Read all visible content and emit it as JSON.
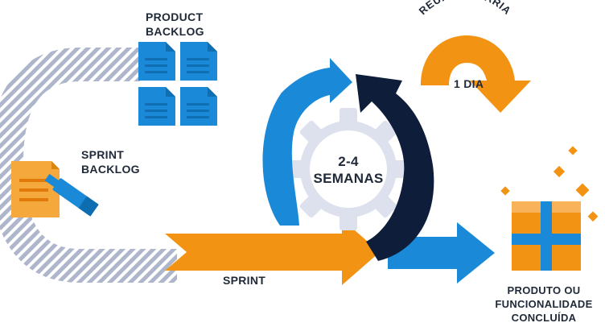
{
  "labels": {
    "product_backlog": "PRODUCT\nBACKLOG",
    "sprint_backlog": "SPRINT\nBACKLOG",
    "sprint": "SPRINT",
    "cycle": "2-4\nSEMANAS",
    "daily_meeting": "REUNIÃO DIÁRIA",
    "daily_duration": "1 DIA",
    "done": "PRODUTO OU\nFUNCIONALIDADE\nCONCLUÍDA"
  },
  "colors": {
    "blue": "#1a8ad8",
    "navy": "#0e1d3a",
    "orange": "#f39314",
    "gear": "#dde1ee",
    "hatch": "#aeb6cc",
    "text": "#1f2937"
  },
  "icons": {
    "backlog": "document-grid-icon",
    "sprint_backlog": "document-pen-icon",
    "done": "gift-box-icon"
  }
}
